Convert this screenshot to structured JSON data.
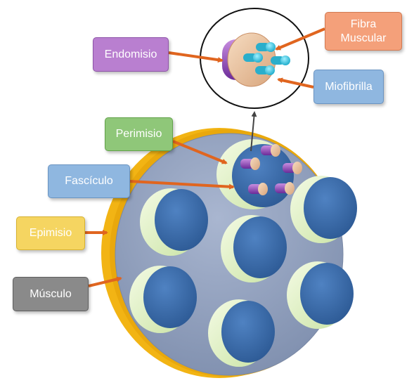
{
  "labels": {
    "endomisio": "Endomisio",
    "fibra_line1": "Fibra",
    "fibra_line2": "Muscular",
    "miofibrilla": "Miofibrilla",
    "perimisio": "Perimisio",
    "fasciculo": "Fascículo",
    "epimisio": "Epimisio",
    "musculo": "Músculo"
  },
  "colors": {
    "endomisio": "#b97fd0",
    "fibra": "#f4a07a",
    "miofibrilla": "#8fb7e0",
    "perimisio": "#8fc779",
    "fasciculo": "#8fb7e0",
    "epimisio": "#f5d561",
    "musculo": "#8a8a8a",
    "arrow": "#e0651f",
    "muscle_body": "#8c9cba",
    "epimysium_ring": "#f2b414",
    "fascicle_core": "#3a6aa8",
    "fascicle_ring": "#e8f5cf",
    "fibril": "#4fd0e6"
  }
}
